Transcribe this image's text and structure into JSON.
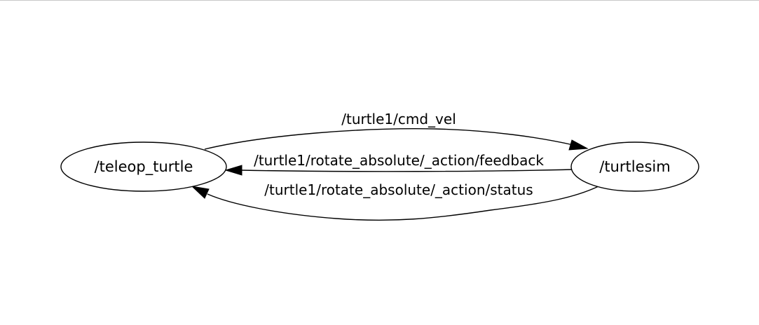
{
  "graph": {
    "nodes": [
      {
        "id": "teleop",
        "label": "/teleop_turtle"
      },
      {
        "id": "turtlesim",
        "label": "/turtlesim"
      }
    ],
    "edges": [
      {
        "from": "teleop",
        "to": "turtlesim",
        "label": "/turtle1/cmd_vel"
      },
      {
        "from": "turtlesim",
        "to": "teleop",
        "label": "/turtle1/rotate_absolute/_action/feedback"
      },
      {
        "from": "turtlesim",
        "to": "teleop",
        "label": "/turtle1/rotate_absolute/_action/status"
      }
    ]
  }
}
